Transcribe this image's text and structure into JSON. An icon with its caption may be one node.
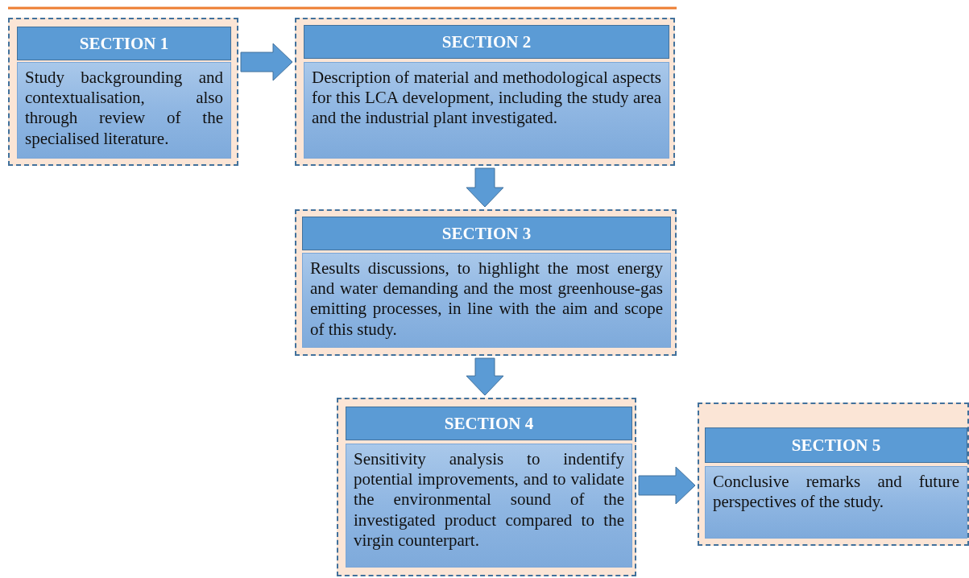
{
  "diagram": {
    "nodes": [
      {
        "text": [],
        "shape": "box"
      },
      {
        "text": [
          "SECTION 1"
        ],
        "in": 0
      },
      {
        "text": [
          "Study backgrounding and contextualisation, also through review of the specialised literature."
        ],
        "in": 0
      },
      {
        "text": [],
        "shape": "box"
      },
      {
        "text": [
          "SECTION 2"
        ],
        "in": 3
      },
      {
        "text": [
          "Description of material and methodological aspects for this LCA development, including the study area and the industrial plant investigated."
        ],
        "in": 3
      },
      {
        "text": [],
        "shape": "box"
      },
      {
        "text": [
          "SECTION 3"
        ],
        "in": 6
      },
      {
        "text": [
          "Results discussions, to highlight the most energy and water demanding and the most greenhouse-gas emitting processes, in line with the aim and scope of this study."
        ],
        "in": 6
      },
      {
        "text": [],
        "shape": "box"
      },
      {
        "text": [
          "SECTION 4"
        ],
        "in": 9
      },
      {
        "text": [
          "Sensitivity analysis to indentify potential improvements, and to validate the environmental sound of the investigated product compared to the virgin counterpart."
        ],
        "in": 9
      },
      {
        "text": [],
        "shape": "box"
      },
      {
        "text": [
          "SECTION 5"
        ],
        "in": 12
      },
      {
        "text": [
          "Conclusive remarks and future perspectives of the study."
        ],
        "in": 12
      }
    ],
    "edges": [
      {
        "from": 0,
        "to": 3,
        "arrow": "to"
      },
      {
        "from": 3,
        "to": 6,
        "arrow": "to"
      },
      {
        "from": 6,
        "to": 9,
        "arrow": "to"
      },
      {
        "from": 9,
        "to": 12,
        "arrow": "to"
      }
    ]
  }
}
